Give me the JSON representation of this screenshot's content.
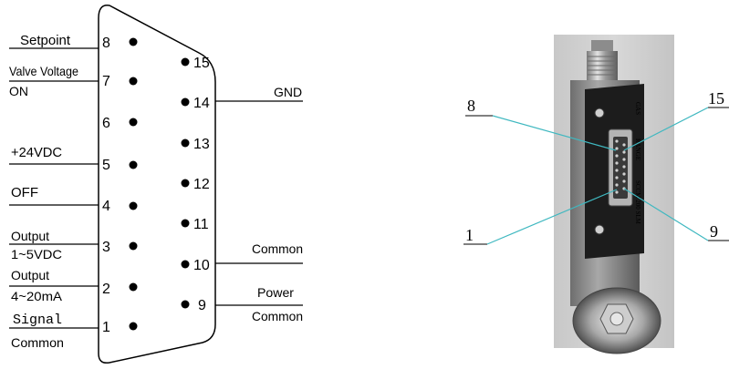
{
  "connector": {
    "pins": [
      "1",
      "2",
      "3",
      "4",
      "5",
      "6",
      "7",
      "8",
      "9",
      "10",
      "11",
      "12",
      "13",
      "14",
      "15"
    ]
  },
  "left_labels": {
    "setpoint": "Setpoint",
    "valve_voltage": "Valve Voltage",
    "valve_on": "ON",
    "plus24": "+24VDC",
    "off": "OFF",
    "output1": "Output",
    "range1": "1~5VDC",
    "output2": "Output",
    "range2": "4~20mA",
    "signal": "Signal",
    "signal_common": "Common"
  },
  "right_labels": {
    "gnd": "GND",
    "common10": "Common",
    "power": "Power",
    "power_common": "Common"
  },
  "photo_callouts": {
    "c8": "8",
    "c15": "15",
    "c1": "1",
    "c9": "9",
    "device_text_1": "GAS",
    "device_text_2": "RANGE",
    "device_text_3": "SCCM 200 SLM"
  },
  "colors": {
    "callout_line": "#3fb8c0"
  }
}
